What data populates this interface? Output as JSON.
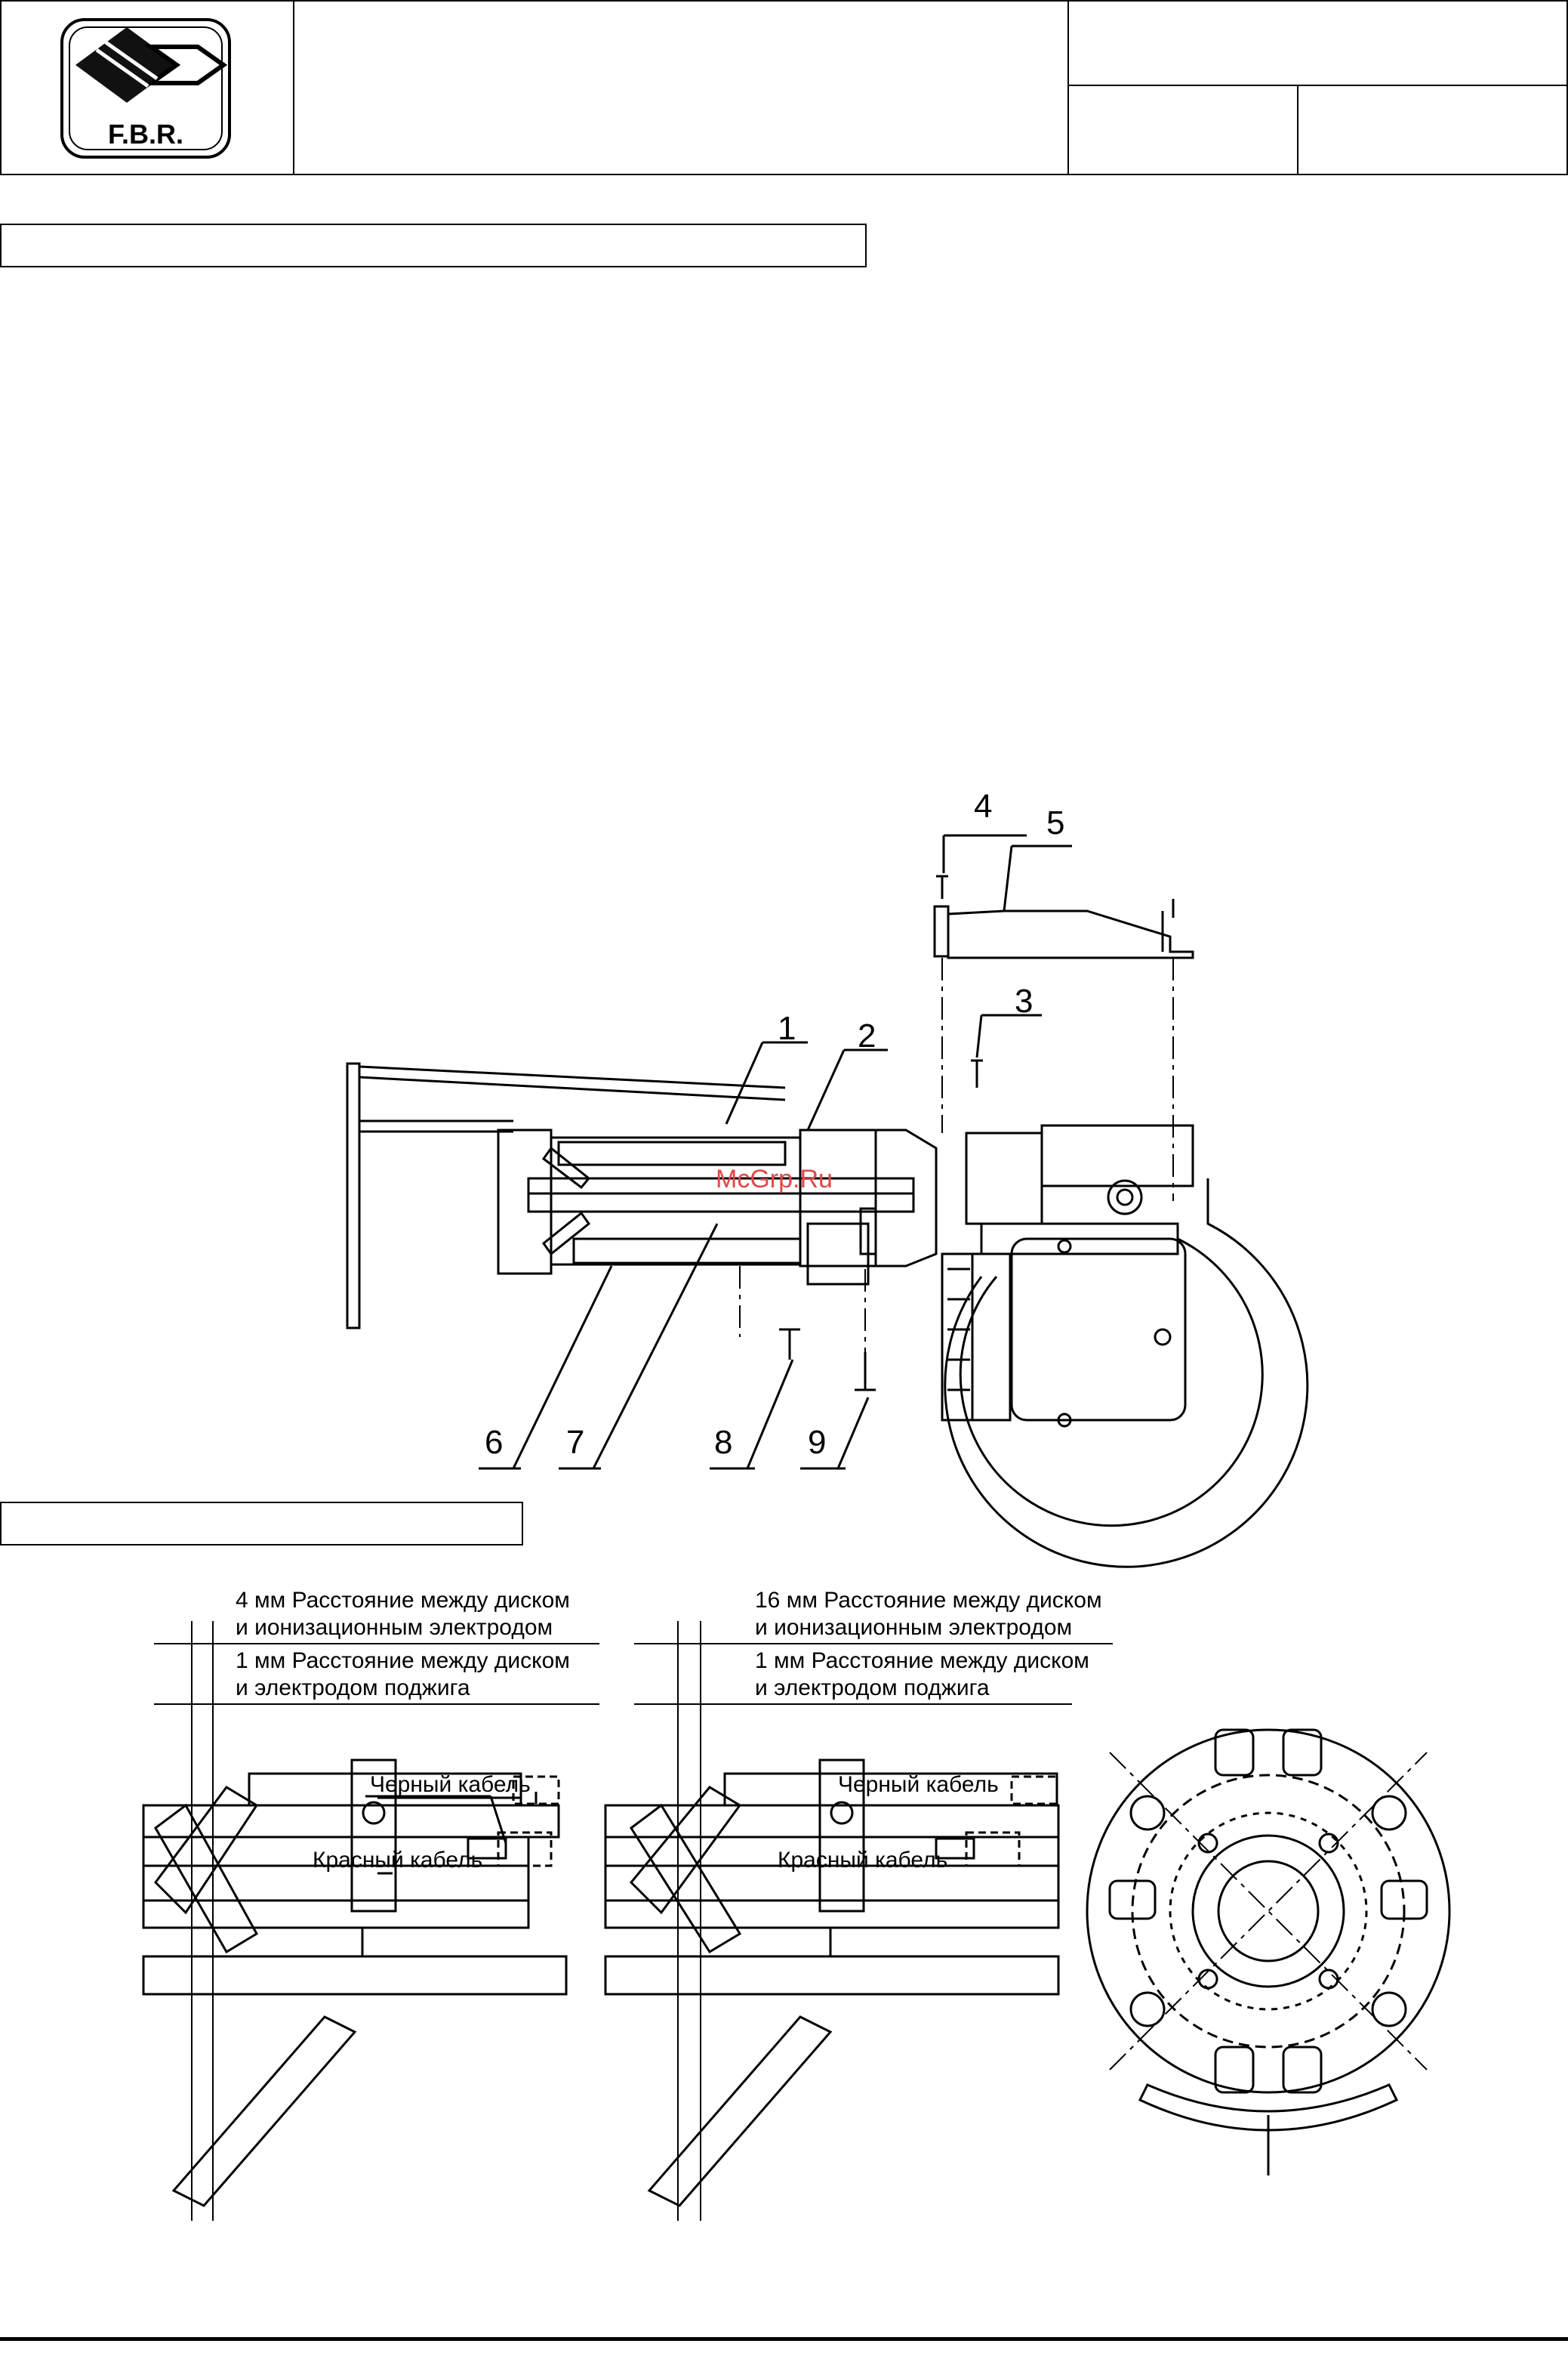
{
  "header": {
    "logo_text": "F.B.R."
  },
  "watermark": "McGrp.Ru",
  "callouts": [
    "1",
    "2",
    "3",
    "4",
    "5",
    "6",
    "7",
    "8",
    "9"
  ],
  "detail_left": {
    "dist_ion": "4 мм Расстояние между диском",
    "dist_ion_2": "и ионизационным электродом",
    "dist_ign": "1 мм Расстояние между диском",
    "dist_ign_2": "и электродом поджига",
    "black_cable": "Черный кабель",
    "red_cable": "Красный кабель"
  },
  "detail_right": {
    "dist_ion": "16 мм Расстояние между диском",
    "dist_ion_2": "и ионизационным электродом",
    "dist_ign": "1 мм Расстояние между диском",
    "dist_ign_2": "и электродом поджига",
    "black_cable": "Черный кабель",
    "red_cable": "Красный кабель"
  }
}
